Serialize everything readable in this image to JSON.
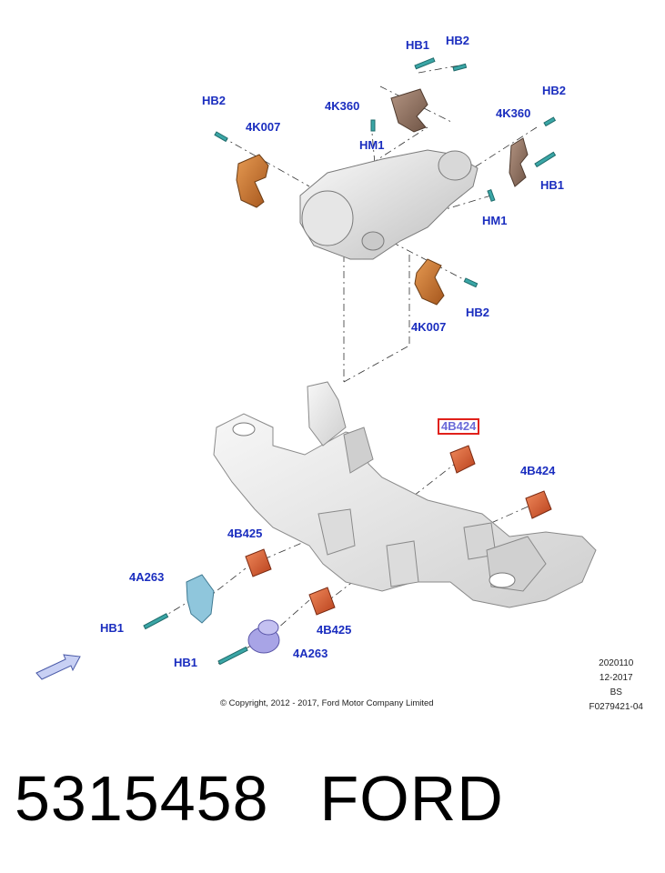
{
  "callouts": {
    "hb1_top": "HB1",
    "hb2_top": "HB2",
    "hb2_left": "HB2",
    "k007_left": "4K007",
    "k360_left": "4K360",
    "hm1_left": "HM1",
    "k360_right": "4K360",
    "hb2_right": "HB2",
    "hb1_right": "HB1",
    "hm1_right": "HM1",
    "k007_bottom": "4K007",
    "hb2_bottom": "HB2",
    "b424_highlight": "4B424",
    "b424_right": "4B424",
    "b425_left": "4B425",
    "a263_left": "4A263",
    "hb1_left": "HB1",
    "b425_bottom": "4B425",
    "hb1_bottom": "HB1",
    "a263_bottom": "4A263"
  },
  "meta": {
    "code1": "2020110",
    "date": "12-2017",
    "code2": "BS",
    "figure": "F0279421-04"
  },
  "copyright": "© Copyright, 2012 - 2017, Ford Motor Company Limited",
  "footer": {
    "part_number": "5315458",
    "brand": "FORD"
  },
  "colors": {
    "callout_text": "#1a2dbf",
    "highlight_border": "#e0211b",
    "bushing": "#d9532c",
    "bracket_orange": "#c9762f",
    "bracket_brown": "#8a6a58",
    "bolt": "#3aa6a6",
    "isolator_blue": "#8fc6dc",
    "isolator_purple": "#a8a4e6",
    "subframe": "#e8e8e8"
  }
}
